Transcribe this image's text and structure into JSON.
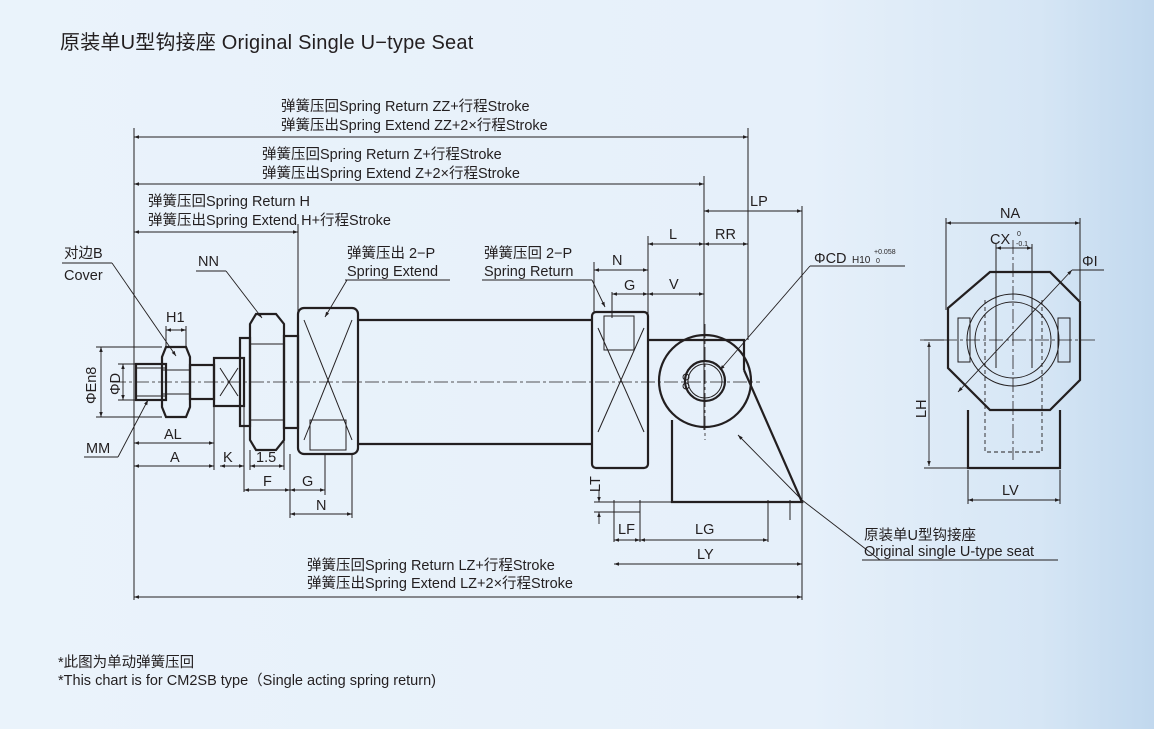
{
  "title": "原装单U型钩接座 Original Single U−type Seat",
  "labels": {
    "zz_return": "弹簧压回Spring  Return  ZZ+行程Stroke",
    "zz_extend": "弹簧压出Spring  Extend  ZZ+2×行程Stroke",
    "z_return": "弹簧压回Spring  Return  Z+行程Stroke",
    "z_extend": "弹簧压出Spring  Extend  Z+2×行程Stroke",
    "h_return": "弹簧压回Spring  Return  H",
    "h_extend": "弹簧压出Spring  Extend  H+行程Stroke",
    "port_extend_cn": "弹簧压出 2−P",
    "port_extend_en": "Spring Extend",
    "port_return_cn": "弹簧压回 2−P",
    "port_return_en": "Spring Return",
    "cover_cn": "对边B",
    "cover_en": "Cover",
    "nn": "NN",
    "h1": "H1",
    "phi_e": "ΦEn8",
    "phi_d": "ΦD",
    "al": "AL",
    "mm": "MM",
    "a": "A",
    "k": "K",
    "d15": "1.5",
    "f": "F",
    "g": "G",
    "n": "N",
    "l": "L",
    "rr": "RR",
    "lp": "LP",
    "v": "V",
    "phi_cd": "ΦCD",
    "cd_tol_cls": "H10",
    "cd_tol_up": "+0.058",
    "cd_tol_low": "0",
    "lt": "LT",
    "lf": "LF",
    "lg": "LG",
    "ly": "LY",
    "lz_return": "弹簧压回Spring  Return  LZ+行程Stroke",
    "lz_extend": "弹簧压出Spring  Extend  LZ+2×行程Stroke",
    "seat_cn": "原装单U型钩接座",
    "seat_en": "Original single U-type seat",
    "na": "NA",
    "cx": "CX",
    "cx_tol_up": "0",
    "cx_tol_low": "-0.1",
    "phi_i": "ΦI",
    "lh": "LH",
    "lv": "LV"
  },
  "notes": {
    "cn": "*此图为单动弹簧压回",
    "en": "*This chart is for CM2SB type（Single acting spring return)"
  }
}
